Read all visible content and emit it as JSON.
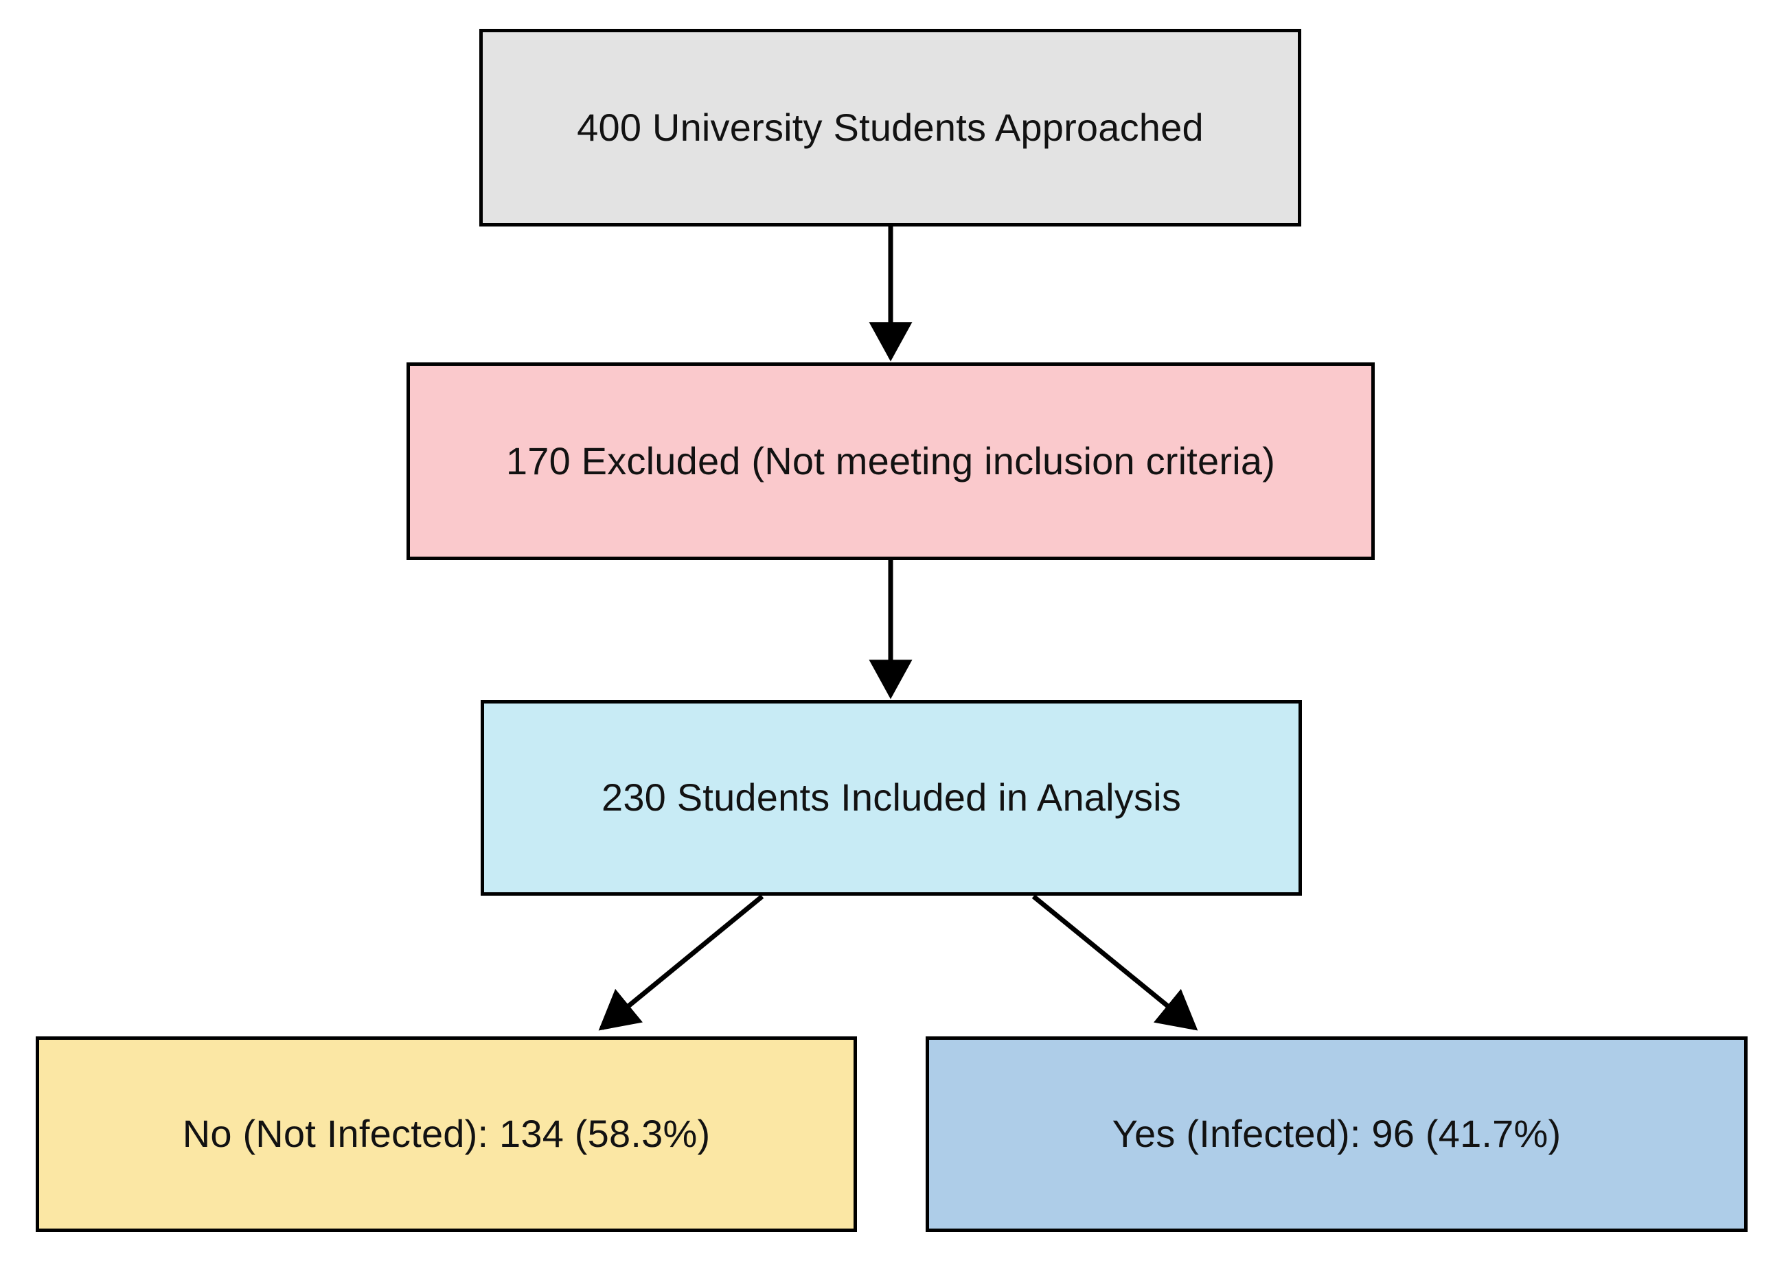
{
  "diagram": {
    "type": "flowchart",
    "title": "",
    "background_color": "#ffffff",
    "edge_color": "#000000",
    "border_color": "#000000",
    "text_color": "#121212",
    "nodes": [
      {
        "id": "approached",
        "label": "400 University Students Approached",
        "fill": "#e3e3e3",
        "count": 400,
        "level": 0
      },
      {
        "id": "excluded",
        "label": "170 Excluded (Not meeting inclusion criteria)",
        "fill": "#fac9cc",
        "count": 170,
        "level": 1
      },
      {
        "id": "included",
        "label": "230 Students Included in Analysis",
        "fill": "#c8ebf5",
        "count": 230,
        "level": 2
      },
      {
        "id": "not_infected",
        "label": "No (Not Infected): 134 (58.3%)",
        "fill": "#fbe7a4",
        "count": 134,
        "percent": "58.3%",
        "level": 3
      },
      {
        "id": "infected",
        "label": "Yes (Infected): 96 (41.7%)",
        "fill": "#aecde8",
        "count": 96,
        "percent": "41.7%",
        "level": 3
      }
    ],
    "edges": [
      {
        "from": "approached",
        "to": "excluded",
        "style": "straight-down",
        "arrow": "filled-triangle"
      },
      {
        "from": "excluded",
        "to": "included",
        "style": "straight-down",
        "arrow": "filled-triangle"
      },
      {
        "from": "included",
        "to": "not_infected",
        "style": "diagonal-left",
        "arrow": "filled-triangle"
      },
      {
        "from": "included",
        "to": "infected",
        "style": "diagonal-right",
        "arrow": "filled-triangle"
      }
    ]
  }
}
